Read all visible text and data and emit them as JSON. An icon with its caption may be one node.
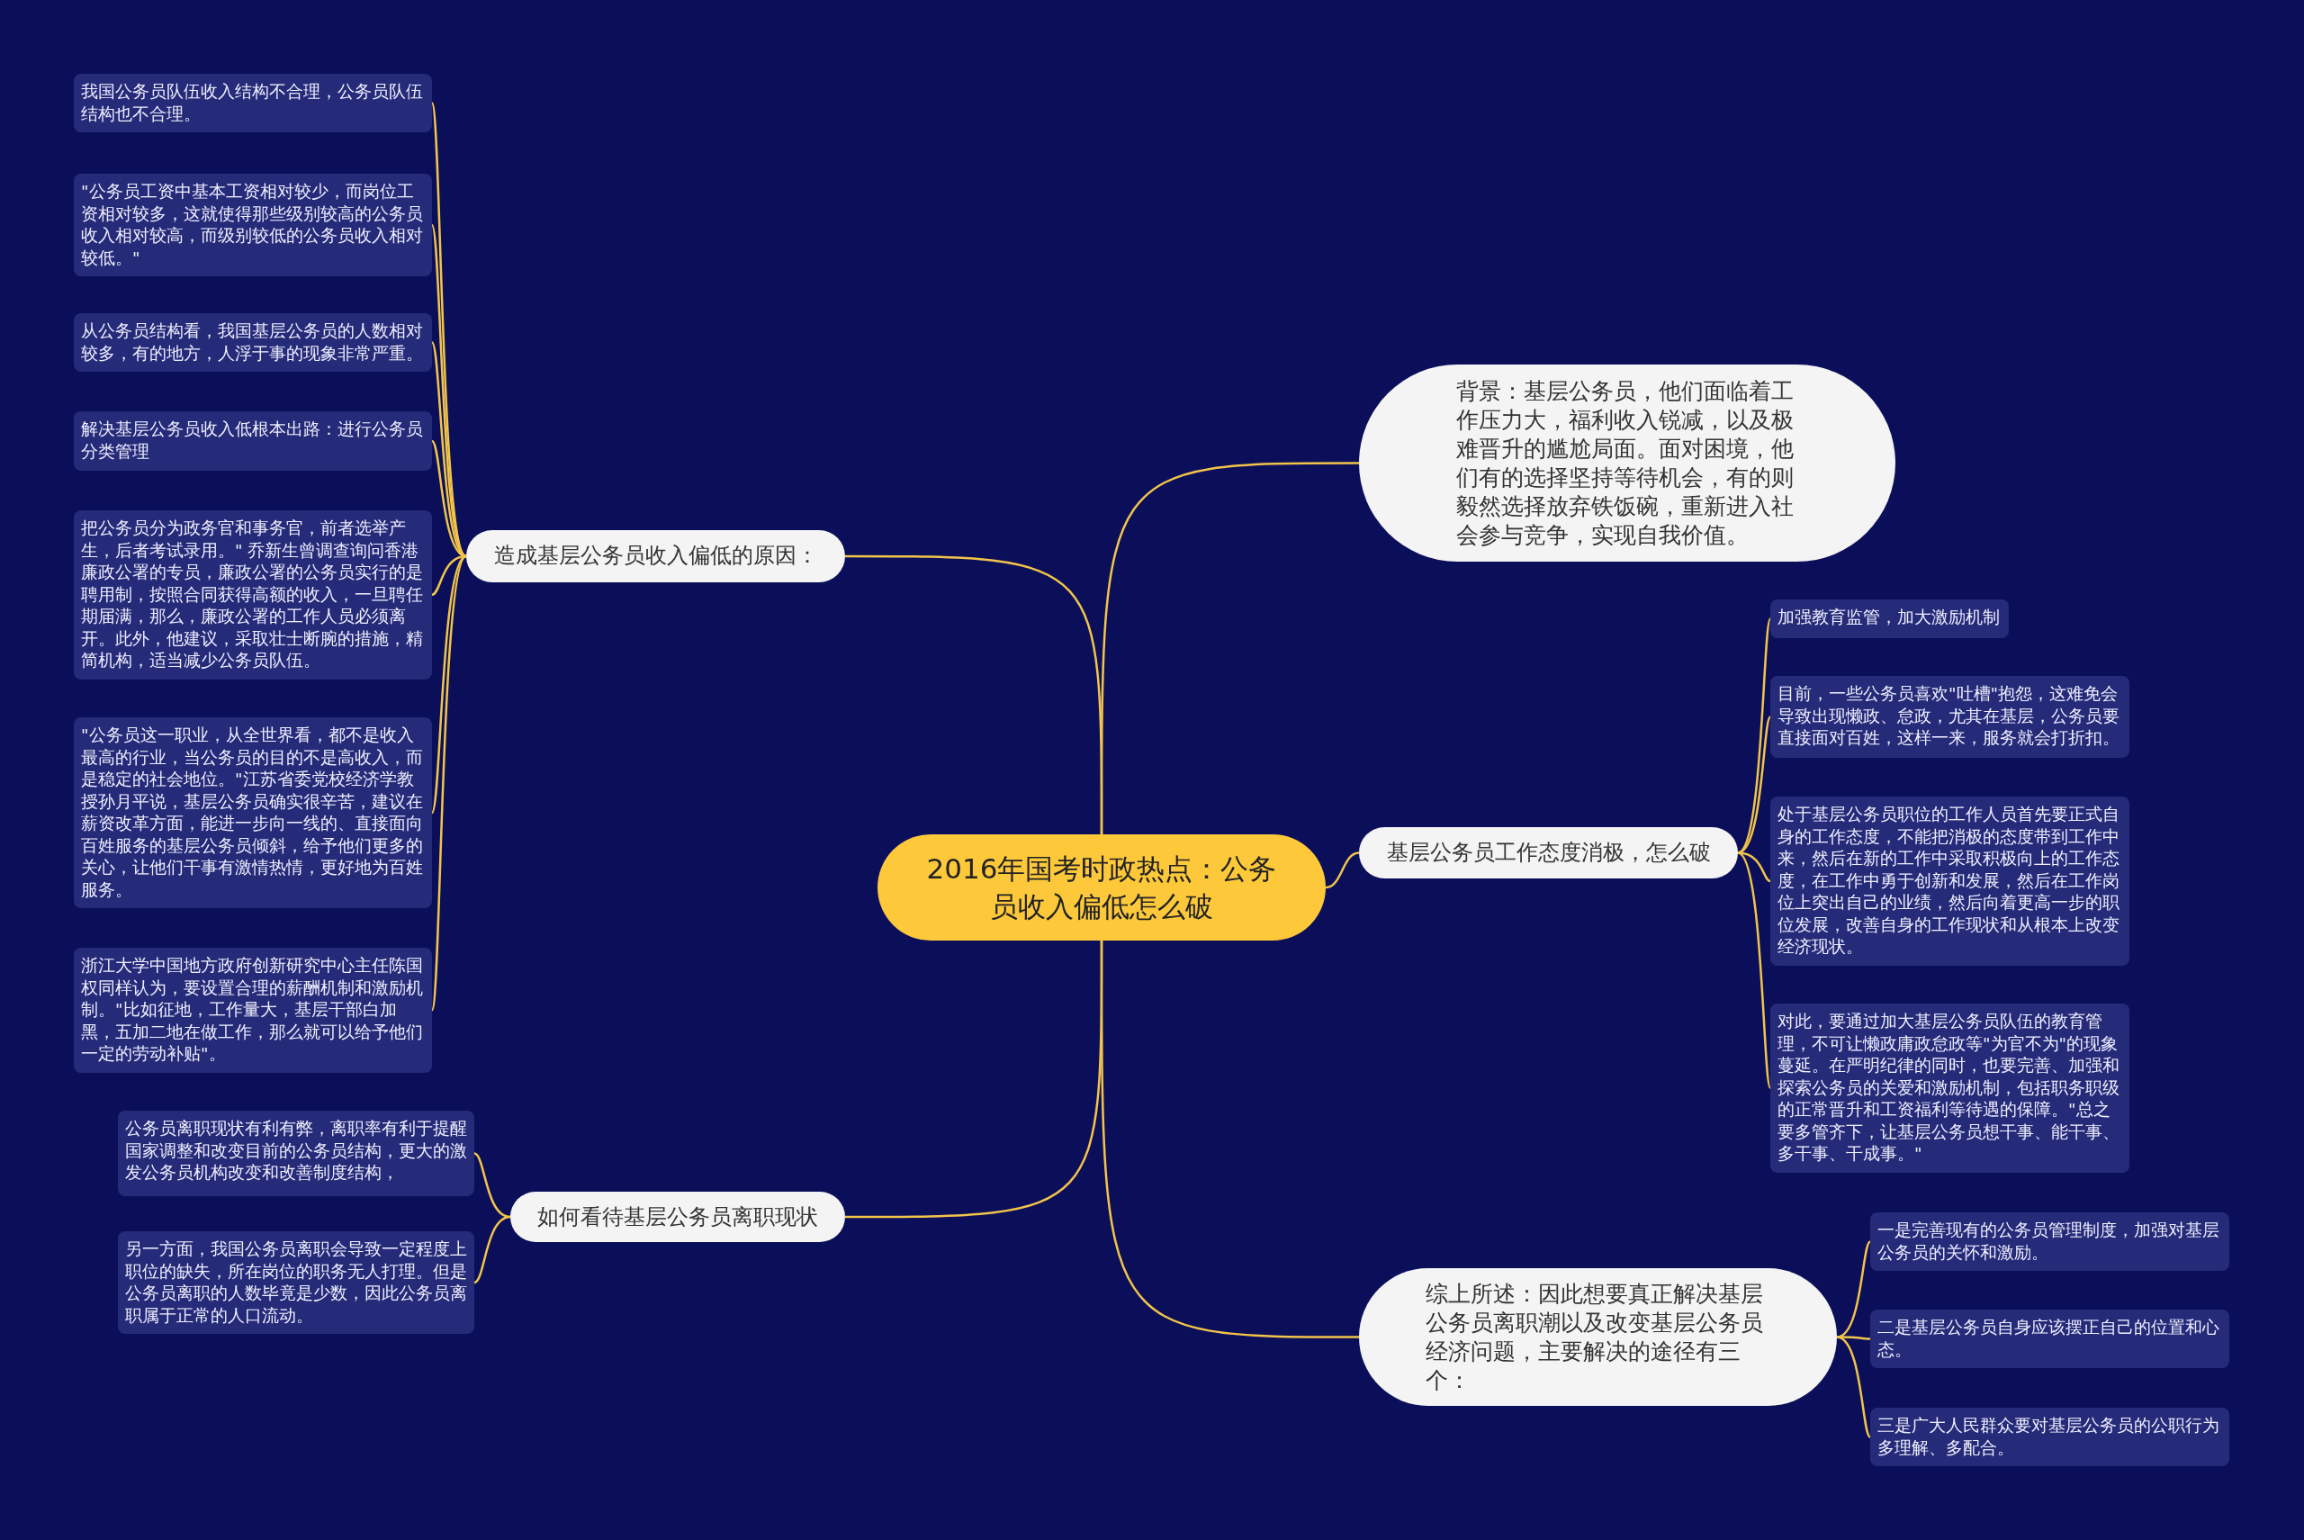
{
  "diagram": {
    "nodes": [
      {
        "text": [
          "2016年国考时政热点：公务员收入偏低怎么破"
        ]
      },
      {
        "text": [
          "造成基层公务员收入偏低的原因："
        ]
      },
      {
        "text": [
          "我国公务员队伍收入结构不合理，公务员队伍结构也不合理。"
        ]
      },
      {
        "text": [
          "\"公务员工资中基本工资相对较少，而岗位工资相对较多，这就使得那些级别较高的公务员收入相对较高，而级别较低的公务员收入相对较低。\""
        ]
      },
      {
        "text": [
          "从公务员结构看，我国基层公务员的人数相对较多，有的地方，人浮于事的现象非常严重。"
        ]
      },
      {
        "text": [
          "解决基层公务员收入低根本出路：进行公务员分类管理"
        ]
      },
      {
        "text": [
          "把公务员分为政务官和事务官，前者选举产生，后者考试录用。\" 乔新生曾调查询问香港廉政公署的专员，廉政公署的公务员实行的是聘用制，按照合同获得高额的收入，一旦聘任期届满，那么，廉政公署的工作人员必须离开。此外，他建议，采取壮士断腕的措施，精简机构，适当减少公务员队伍。"
        ]
      },
      {
        "text": [
          "\"公务员这一职业，从全世界看，都不是收入最高的行业，当公务员的目的不是高收入，而是稳定的社会地位。\"江苏省委党校经济学教授孙月平说，基层公务员确实很辛苦，建议在薪资改革方面，能进一步向一线的、直接面向百姓服务的基层公务员倾斜，给予他们更多的关心，让他们干事有激情热情，更好地为百姓服务。"
        ]
      },
      {
        "text": [
          "浙江大学中国地方政府创新研究中心主任陈国权同样认为，要设置合理的薪酬机制和激励机制。\"比如征地，工作量大，基层干部白加黑，五加二地在做工作，那么就可以给予他们一定的劳动补贴\"。"
        ]
      },
      {
        "text": [
          "背景：基层公务员，他们面临着工作压力大，福利收入锐减，以及极难晋升的尴尬局面。面对困境，他们有的选择坚持等待机会，有的则毅然选择放弃铁饭碗，重新进入社会参与竞争，实现自我价值。"
        ]
      },
      {
        "text": [
          "基层公务员工作态度消极，怎么破"
        ]
      },
      {
        "text": [
          "加强教育监管，加大激励机制"
        ]
      },
      {
        "text": [
          "目前，一些公务员喜欢\"吐槽\"抱怨，这难免会导致出现懒政、怠政，尤其在基层，公务员要直接面对百姓，这样一来，服务就会打折扣。"
        ]
      },
      {
        "text": [
          "处于基层公务员职位的工作人员首先要正式自身的工作态度，不能把消极的态度带到工作中来，然后在新的工作中采取积极向上的工作态度，在工作中勇于创新和发展，然后在工作岗位上突出自己的业绩，然后向着更高一步的职位发展，改善自身的工作现状和从根本上改变经济现状。"
        ]
      },
      {
        "text": [
          "对此，要通过加大基层公务员队伍的教育管理，不可让懒政庸政怠政等\"为官不为\"的现象蔓延。在严明纪律的同时，也要完善、加强和探索公务员的关爱和激励机制，包括职务职级的正常晋升和工资福利等待遇的保障。\"总之要多管齐下，让基层公务员想干事、能干事、多干事、干成事。\""
        ]
      },
      {
        "text": [
          "如何看待基层公务员离职现状"
        ]
      },
      {
        "text": [
          "公务员离职现状有利有弊，离职率有利于提醒国家调整和改变目前的公务员结构，更大的激发公务员机构改变和改善制度结构，"
        ]
      },
      {
        "text": [
          "另一方面，我国公务员离职会导致一定程度上职位的缺失，所在岗位的职务无人打理。但是公务员离职的人数毕竟是少数，因此公务员离职属于正常的人口流动。"
        ]
      },
      {
        "text": [
          "综上所述：因此想要真正解决基层公务员离职潮以及改变基层公务员经济问题，主要解决的途径有三个："
        ]
      },
      {
        "text": [
          "一是完善现有的公务员管理制度，加强对基层公务员的关怀和激励。"
        ]
      },
      {
        "text": [
          "二是基层公务员自身应该摆正自己的位置和心态。"
        ]
      },
      {
        "text": [
          "三是广大人民群众要对基层公务员的公职行为多理解、多配合。"
        ]
      }
    ],
    "edges": [
      {
        "from": 0,
        "to": 1,
        "arrow": "none"
      },
      {
        "from": 1,
        "to": 2,
        "arrow": "none"
      },
      {
        "from": 1,
        "to": 3,
        "arrow": "none"
      },
      {
        "from": 1,
        "to": 4,
        "arrow": "none"
      },
      {
        "from": 1,
        "to": 5,
        "arrow": "none"
      },
      {
        "from": 1,
        "to": 6,
        "arrow": "none"
      },
      {
        "from": 1,
        "to": 7,
        "arrow": "none"
      },
      {
        "from": 1,
        "to": 8,
        "arrow": "none"
      },
      {
        "from": 0,
        "to": 9,
        "arrow": "none"
      },
      {
        "from": 0,
        "to": 10,
        "arrow": "none"
      },
      {
        "from": 10,
        "to": 11,
        "arrow": "none"
      },
      {
        "from": 10,
        "to": 12,
        "arrow": "none"
      },
      {
        "from": 10,
        "to": 13,
        "arrow": "none"
      },
      {
        "from": 10,
        "to": 14,
        "arrow": "none"
      },
      {
        "from": 0,
        "to": 15,
        "arrow": "none"
      },
      {
        "from": 15,
        "to": 16,
        "arrow": "none"
      },
      {
        "from": 15,
        "to": 17,
        "arrow": "none"
      },
      {
        "from": 0,
        "to": 18,
        "arrow": "none"
      },
      {
        "from": 18,
        "to": 19,
        "arrow": "none"
      },
      {
        "from": 18,
        "to": 20,
        "arrow": "none"
      },
      {
        "from": 18,
        "to": 21,
        "arrow": "none"
      }
    ]
  }
}
